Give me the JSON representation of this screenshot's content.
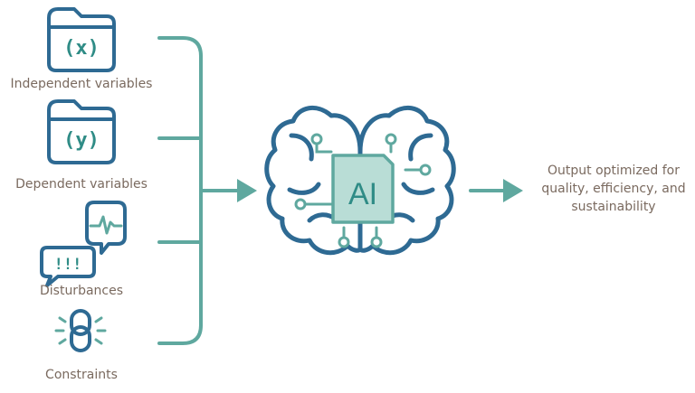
{
  "inputs": [
    {
      "label": "Independent variables",
      "symbol": "(x)",
      "icon": "folder-icon"
    },
    {
      "label": "Dependent variables",
      "symbol": "(y)",
      "icon": "folder-icon"
    },
    {
      "label": "Disturbances",
      "symbol": "!!!",
      "icon": "speech-bubbles-icon"
    },
    {
      "label": "Constraints",
      "icon": "chain-link-icon"
    }
  ],
  "center": {
    "label": "AI",
    "icon": "brain-chip-icon"
  },
  "output": {
    "lines": [
      "Output optimized for",
      "quality, efficiency, and",
      "sustainability"
    ]
  },
  "colors": {
    "blue": "#2e6a93",
    "teal": "#5fa89f",
    "teal_fill": "#b9ddd6",
    "text": "#7a6a5f"
  }
}
